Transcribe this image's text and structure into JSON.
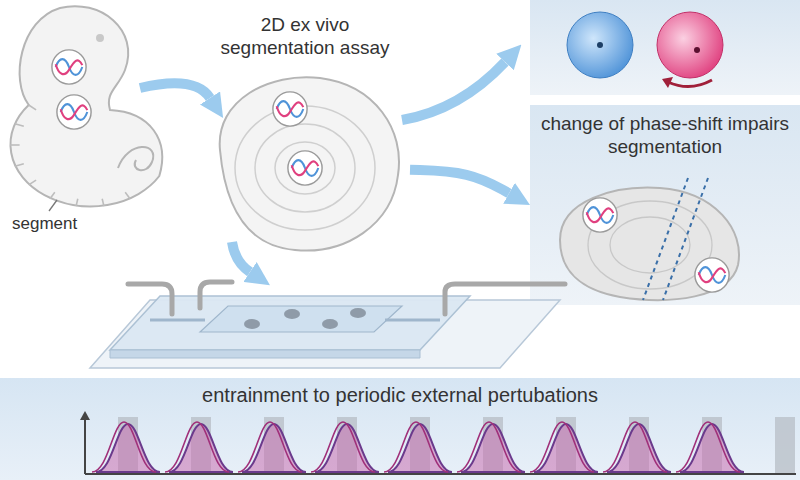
{
  "diagram": {
    "nodes": [
      {
        "text": [
          "2D ex vivo segmentation assay"
        ]
      },
      {
        "text": [
          "change of phase-shift impairs segmentation"
        ]
      },
      {
        "text": [
          "entrainment to periodic external pertubations"
        ]
      }
    ],
    "edges": [
      {
        "from": 0,
        "to": 1,
        "arrow": "to"
      }
    ],
    "labels": [
      "segment"
    ]
  }
}
